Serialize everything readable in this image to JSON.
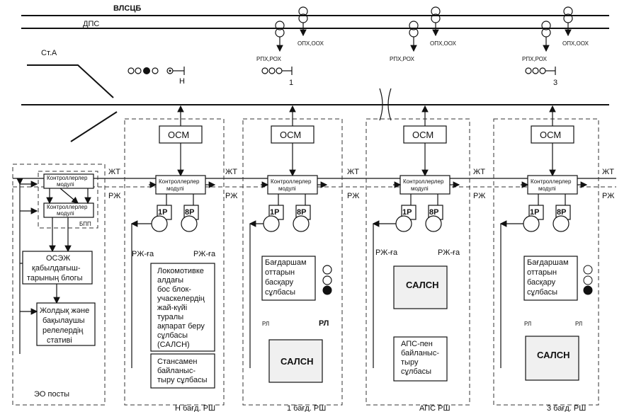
{
  "top": {
    "vlscb": "ВЛСЦБ",
    "dps": "ДПС",
    "station": "Ст.А"
  },
  "lineLabels": {
    "jt": "ЖТ",
    "rj": "РЖ"
  },
  "signals": {
    "rph": "РПХ,РОХ",
    "oph": "ОПХ,ООХ",
    "h": "Н",
    "s1": "1",
    "s3": "3"
  },
  "common": {
    "osm": "ОСМ",
    "controller": [
      "Контроллерлер",
      "модулі"
    ],
    "relay1": "1Р",
    "relay8": "8Р",
    "rjga": "РЖ-ға",
    "salsn": "САЛСН",
    "rl": "РЛ"
  },
  "signalCircuit": [
    "Бағдаршам",
    "оттарын",
    "басқару",
    "сұлбасы"
  ],
  "posts": {
    "eo": {
      "title": "ЭО посты",
      "bpp": "БПП",
      "osej": [
        "ОСЭЖ",
        "қабылдағыш-",
        "тарының блогы"
      ],
      "stand": [
        "Жолдық және",
        "бақылаушы",
        "релелердің",
        "стативі"
      ]
    },
    "h": {
      "title": "Н бағд. РШ",
      "loco": [
        "Локомотивке",
        "алдағы",
        "бос блок-",
        "учаскелердің",
        "жай-күйі",
        "туралы",
        "ақпарат беру",
        "сұлбасы",
        "(САЛСН)"
      ],
      "station": [
        "Стансамен",
        "байланыс-",
        "тыру сұлбасы"
      ]
    },
    "p1": {
      "title": "1 бағд. РШ"
    },
    "aps": {
      "title": "АПС РШ",
      "apsLink": [
        "АПС-пен",
        "байланыс-",
        "тыру",
        "сұлбасы"
      ]
    },
    "p3": {
      "title": "3 бағд. РШ"
    }
  }
}
